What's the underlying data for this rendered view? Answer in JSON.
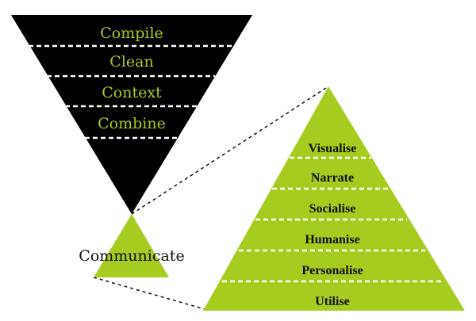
{
  "colors": {
    "funnel": "#000000",
    "pyramid": "#a6cc1f",
    "funnel_text": "#a6cc1f",
    "pyramid_text": "#111111",
    "divider": "#ffffff",
    "connector": "#111111"
  },
  "funnel": {
    "stages": [
      "Compile",
      "Clean",
      "Context",
      "Combine"
    ]
  },
  "communicate": {
    "label": "Communicate"
  },
  "pyramid": {
    "levels": [
      "Visualise",
      "Narrate",
      "Socialise",
      "Humanise",
      "Personalise",
      "Utilise"
    ]
  }
}
